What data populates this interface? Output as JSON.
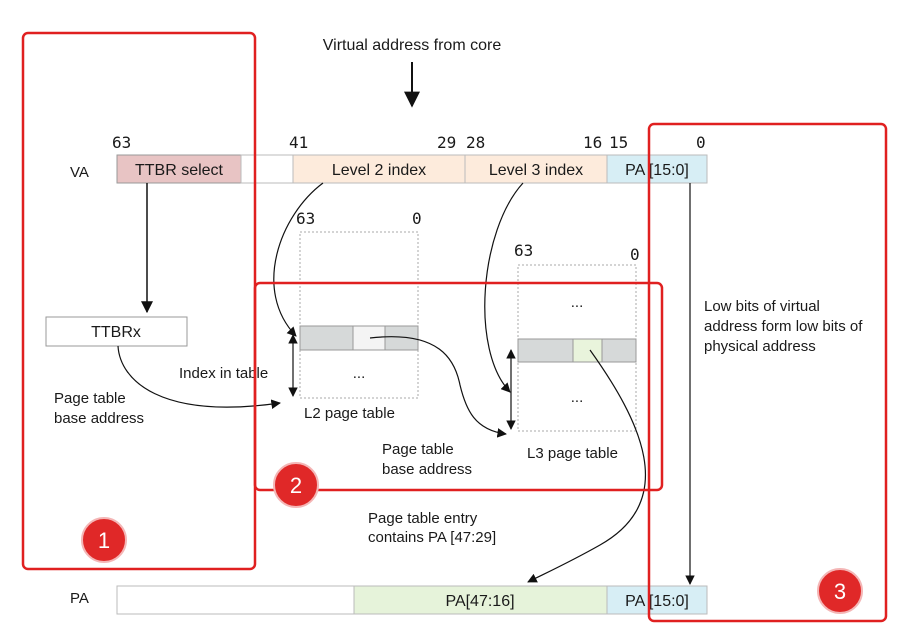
{
  "title": "Virtual address from core",
  "va_row": {
    "label": "VA",
    "bits": [
      "63",
      "41",
      "29",
      "28",
      "16",
      "15",
      "0"
    ],
    "fields": [
      "TTBR select",
      "Level 2 index",
      "Level 3 index",
      "PA [15:0]"
    ]
  },
  "ttbr_box": "TTBRx",
  "l2_table": {
    "bit_high": "63",
    "bit_low": "0",
    "dots": "...",
    "caption": "L2 page table"
  },
  "l3_table": {
    "bit_high": "63",
    "bit_low": "0",
    "dots_top": "...",
    "dots_bottom": "...",
    "caption": "L3 page table"
  },
  "labels": {
    "index_in_table": "Index in table",
    "page_table_base_1": "Page table",
    "page_table_base_2": "base address",
    "l3_base_1": "Page table",
    "l3_base_2": "base address",
    "entry_contains_1": "Page table entry",
    "entry_contains_2": "contains PA [47:29]",
    "low_bits_1": "Low bits of virtual",
    "low_bits_2": "address form low bits of",
    "low_bits_3": "physical address"
  },
  "pa_row": {
    "label": "PA",
    "fields": [
      "PA[47:16]",
      "PA [15:0]"
    ]
  },
  "badges": [
    "1",
    "2",
    "3"
  ],
  "colors": {
    "ttbr_select": "#e8c4c4",
    "level2": "#fdebdc",
    "level3": "#fdebdc",
    "pa_low": "#d7eef5",
    "pa_high": "#e6f3da",
    "table_row": "#d6d9d9",
    "highlight_cell": "#e9f4dc",
    "highlight_box": "#e02020",
    "badge": "#e02828"
  }
}
